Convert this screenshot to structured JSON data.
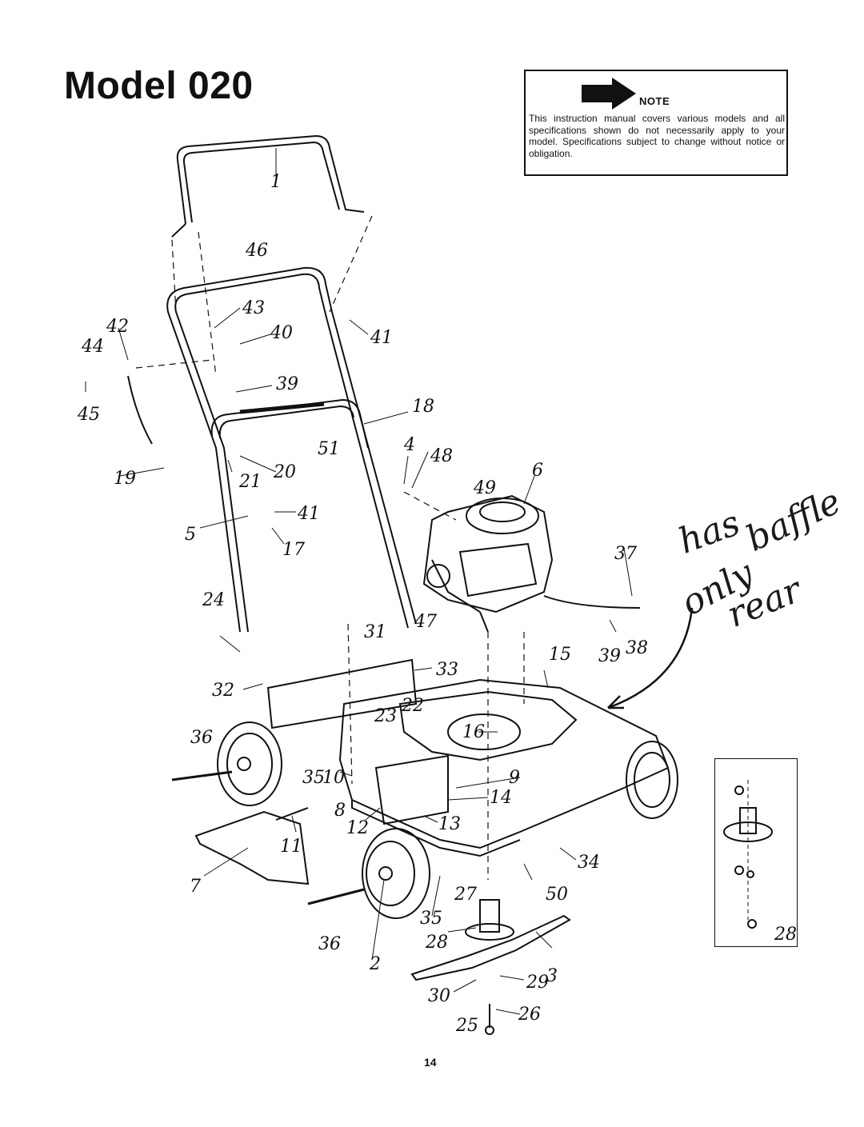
{
  "title": "Model 020",
  "note": {
    "label": "NOTE",
    "text": "This instruction manual covers various models and all specifications shown do not necessarily apply to your model. Specifications subject to change without notice or obligation."
  },
  "handwriting": {
    "line1": "has",
    "line2": "only",
    "line3": "baffle",
    "line4": "rear"
  },
  "page_number": "14",
  "part_labels": {
    "p1": "1",
    "p46": "46",
    "p43": "43",
    "p42": "42",
    "p40": "40",
    "p41a": "41",
    "p44": "44",
    "p39a": "39",
    "p45": "45",
    "p18": "18",
    "p51": "51",
    "p4": "4",
    "p48": "48",
    "p19": "19",
    "p21": "21",
    "p20": "20",
    "p49": "49",
    "p6": "6",
    "p5": "5",
    "p41b": "41",
    "p17": "17",
    "p37": "37",
    "p24": "24",
    "p31": "31",
    "p47": "47",
    "p15": "15",
    "p39b": "39",
    "p38": "38",
    "p32": "32",
    "p33": "33",
    "p23": "23",
    "p22": "22",
    "p36a": "36",
    "p16": "16",
    "p35a": "35",
    "p10": "10",
    "p9": "9",
    "p8": "8",
    "p14": "14",
    "p12": "12",
    "p13": "13",
    "p11": "11",
    "p34": "34",
    "p7": "7",
    "p27": "27",
    "p50": "50",
    "p35b": "35",
    "p28a": "28",
    "p36b": "36",
    "p2": "2",
    "p3": "3",
    "p29": "29",
    "p30": "30",
    "p26": "26",
    "p25": "25",
    "p28b": "28"
  }
}
